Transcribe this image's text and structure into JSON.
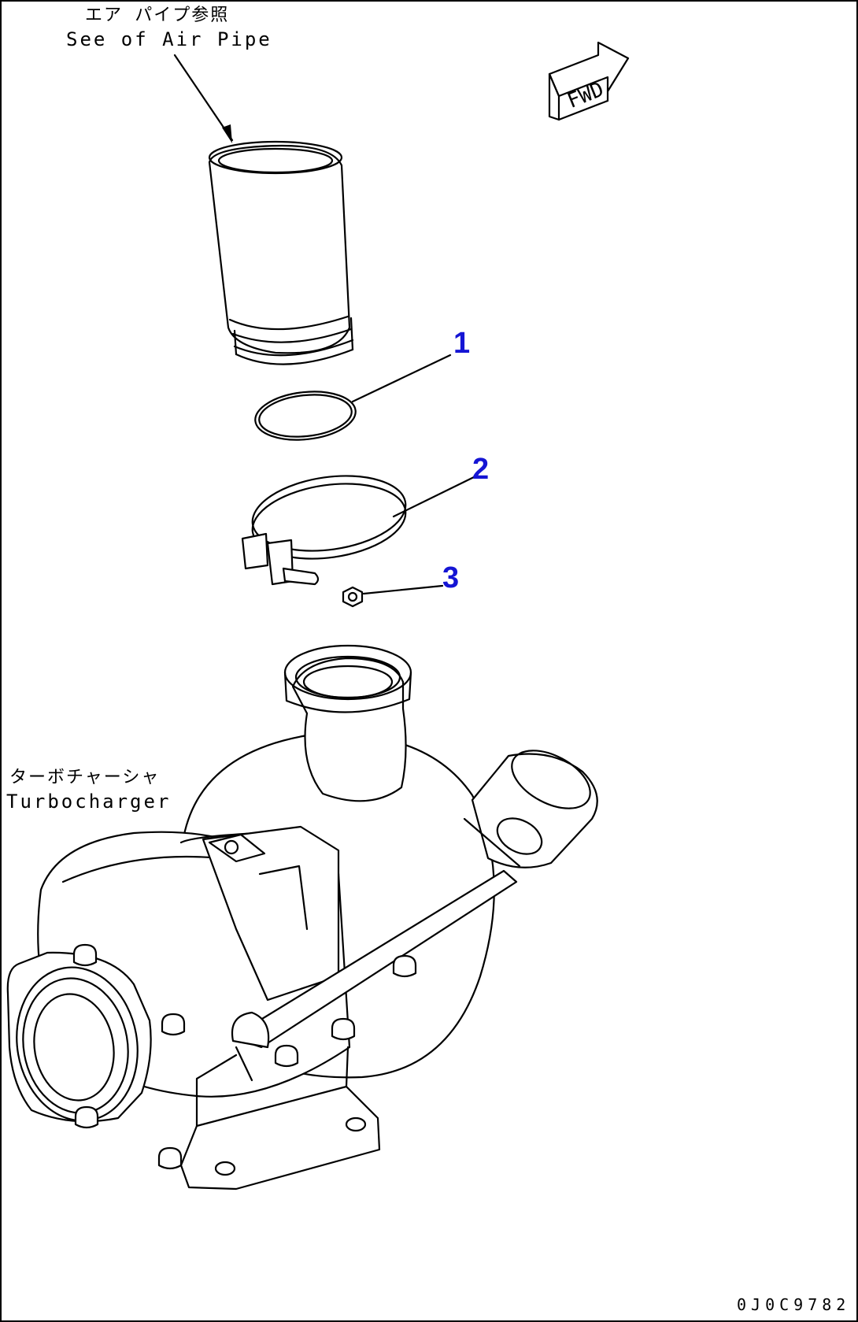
{
  "labels": {
    "air_pipe_jp": "エア パイプ参照",
    "air_pipe_en": "See of Air Pipe",
    "turbo_jp": "ターボチャーシャ",
    "turbo_en": "Turbocharger",
    "fwd": "FWD"
  },
  "callouts": [
    {
      "number": "1"
    },
    {
      "number": "2"
    },
    {
      "number": "3"
    }
  ],
  "drawing_code": "0J0C9782",
  "colors": {
    "callout": "#1515d4",
    "line": "#000000",
    "background": "#ffffff"
  }
}
